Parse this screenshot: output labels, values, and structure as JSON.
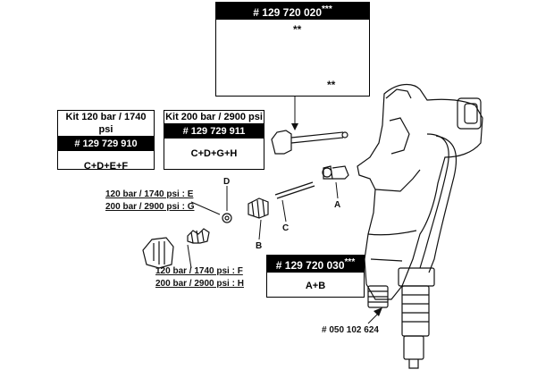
{
  "top_box": {
    "part_number": "# 129 720 020",
    "stars": "***",
    "marker_clip": "**",
    "marker_seal": "**"
  },
  "kit_120": {
    "title": "Kit 120 bar / 1740 psi",
    "part_number": "# 129 729 910",
    "contents": "C+D+E+F"
  },
  "kit_200": {
    "title": "Kit 200 bar / 2900 psi",
    "part_number": "# 129 729 911",
    "contents": "C+D+G+H"
  },
  "box_030": {
    "part_number": "# 129 720 030",
    "stars": "***",
    "contents": "A+B"
  },
  "letters": {
    "A": "A",
    "B": "B",
    "C": "C",
    "D": "D"
  },
  "pressure_EG": {
    "line1": "120 bar / 1740 psi : E",
    "line2": "200 bar / 2900 psi : G"
  },
  "pressure_FH": {
    "line1": "120 bar / 1740 psi : F",
    "line2": "200 bar / 2900 psi : H"
  },
  "fitting_part": "# 050 102 624"
}
